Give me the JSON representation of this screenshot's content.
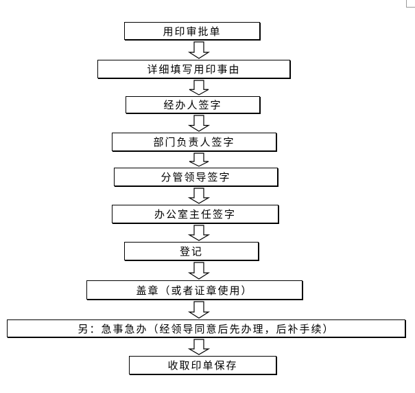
{
  "flowchart": {
    "steps": [
      "用印审批单",
      "详细填写用印事由",
      "经办人签字",
      "部门负责人签字",
      "分管领导签字",
      "办公室主任签字",
      "登记",
      "盖章（或者证章使用）",
      "另：急事急办（经领导同意后先办理，后补手续）",
      "收取印单保存"
    ]
  }
}
